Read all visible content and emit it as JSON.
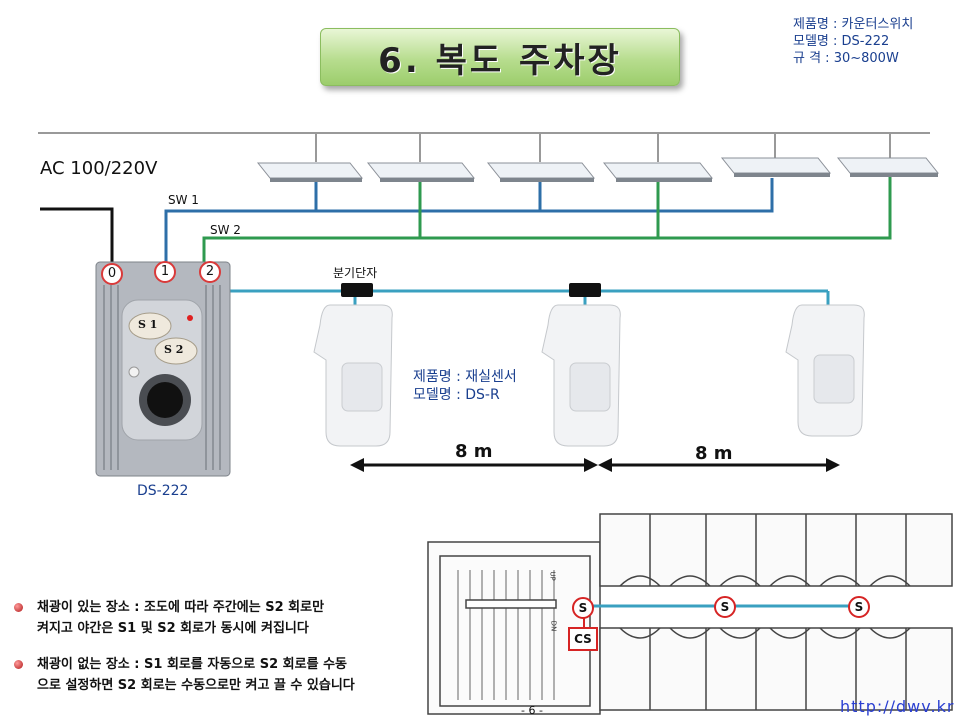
{
  "title": "6. 복도  주차장",
  "spec": {
    "product": "제품명 : 카운터스위치",
    "model": "모델명 : DS-222",
    "rating": "규  격   : 30~800W"
  },
  "wiring": {
    "ac_label": "AC 100/220V",
    "sw1": "SW 1",
    "sw2": "SW 2",
    "terminals": [
      "0",
      "1",
      "2"
    ],
    "branch_label": "분기단자",
    "colors": {
      "sw1": "#2e6fa8",
      "sw2": "#2f9a4f",
      "bus": "#3aa0c0",
      "ac": "#111111"
    }
  },
  "switch_unit": {
    "s1": "S 1",
    "s2": "S 2",
    "label": "DS-222"
  },
  "sensor": {
    "product": "제품명 : 재실센서",
    "model": "모델명 : DS-R"
  },
  "distances": [
    "8 m",
    "8 m"
  ],
  "floorplan": {
    "s_marks": [
      "S",
      "S",
      "S"
    ],
    "cs": "CS",
    "up_label": "UP",
    "dn_label": "DN"
  },
  "notes": [
    [
      "채광이 있는 장소 : 조도에 따라 주간에는 S2 회로만",
      "켜지고 야간은 S1 및 S2 회로가 동시에 켜집니다"
    ],
    [
      "채광이 없는 장소 : S1 회로를 자동으로 S2 회로를 수동",
      "으로 설정하면 S2 회로는 수동으로만 켜고 끌 수 있습니다"
    ]
  ],
  "page_number": "- 6 -",
  "url": "http://dwv.kr"
}
